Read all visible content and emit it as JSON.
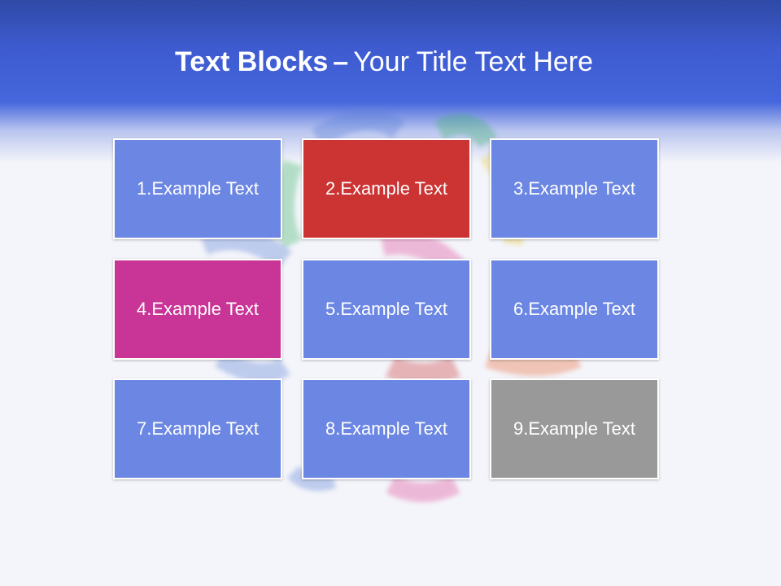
{
  "slide": {
    "title_bold": "Text Blocks",
    "title_separator": "–",
    "title_rest": "Your Title Text Here"
  },
  "blocks": [
    {
      "label": "1.Example Text",
      "color": "#6b86e3"
    },
    {
      "label": "2.Example Text",
      "color": "#cc3333"
    },
    {
      "label": "3.Example Text",
      "color": "#6b86e3"
    },
    {
      "label": "4.Example Text",
      "color": "#c93596"
    },
    {
      "label": "5.Example Text",
      "color": "#6b86e3"
    },
    {
      "label": "6.Example Text",
      "color": "#6b86e3"
    },
    {
      "label": "7.Example Text",
      "color": "#6b86e3"
    },
    {
      "label": "8.Example Text",
      "color": "#6b86e3"
    },
    {
      "label": "9.Example Text",
      "color": "#999999"
    }
  ]
}
